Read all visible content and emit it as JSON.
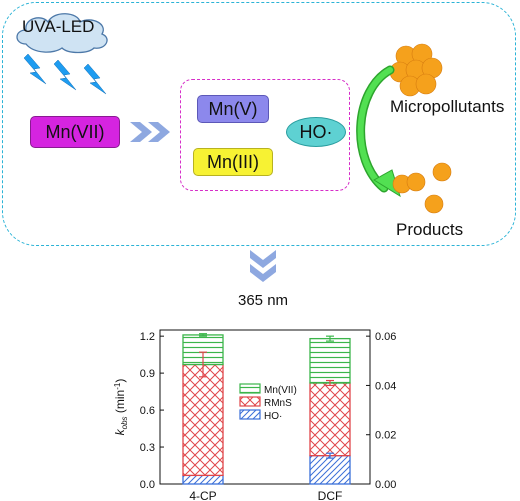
{
  "top": {
    "light_source": "UVA-LED",
    "oxidant": "Mn(VII)",
    "species": [
      "Mn(V)",
      "Mn(III)"
    ],
    "radical": "HO·",
    "reactant": "Micropollutants",
    "output": "Products"
  },
  "wavelength": "365 nm",
  "colors": {
    "panel_border": "#2bb3d6",
    "inner_border": "#d62ec8",
    "mn7": "#d524e0",
    "mn5": "#8c88ec",
    "mn3": "#f7f233",
    "ho": "#5ed1d2",
    "pollutant": "#f5a11c",
    "arrow": "#3ad63a",
    "chevrons": "#8ea8e0"
  },
  "chart_data": {
    "type": "bar",
    "stacked": true,
    "categories": [
      "4-CP",
      "DCF"
    ],
    "ylabel_left": "k",
    "ylabel_sub": "obs",
    "ylabel_unit": " (min",
    "ylabel_sup": "-1",
    "ylabel_close": ")",
    "left_axis": {
      "ylim": [
        0,
        1.25
      ],
      "ticks": [
        "0.0",
        "0.3",
        "0.6",
        "0.9",
        "1.2"
      ]
    },
    "right_axis": {
      "ylim": [
        0,
        0.0625
      ],
      "ticks": [
        "0.00",
        "0.02",
        "0.04",
        "0.06"
      ]
    },
    "series": [
      {
        "name": "HO·",
        "values": [
          0.07,
          0.23
        ],
        "axis": [
          "left",
          "right"
        ],
        "color": "#3a6fd8",
        "pattern": "diagonal"
      },
      {
        "name": "RMnS",
        "values": [
          0.9,
          0.59
        ],
        "axis": [
          "left",
          "right"
        ],
        "color": "#e0464a",
        "pattern": "cross"
      },
      {
        "name": "Mn(VII)",
        "values": [
          0.24,
          0.36
        ],
        "axis": [
          "left",
          "right"
        ],
        "color": "#3bb54a",
        "pattern": "horizontal"
      }
    ],
    "totals_left_units": [
      1.21,
      1.18
    ],
    "error_bars": [
      {
        "category": "4-CP",
        "level": 1.21,
        "err": 0.01,
        "color": "#3bb54a"
      },
      {
        "category": "4-CP",
        "level": 0.97,
        "err": 0.1,
        "color": "#e0464a"
      },
      {
        "category": "DCF",
        "level": 1.18,
        "err": 0.02,
        "color": "#3bb54a"
      },
      {
        "category": "DCF",
        "level": 0.82,
        "err": 0.02,
        "color": "#e0464a"
      },
      {
        "category": "DCF",
        "level": 0.23,
        "err": 0.02,
        "color": "#3a6fd8"
      }
    ],
    "legend": [
      "Mn(VII)",
      "RMnS",
      "HO·"
    ]
  }
}
